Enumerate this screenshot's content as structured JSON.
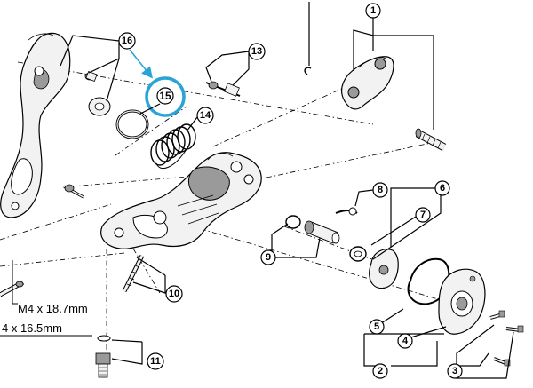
{
  "diagram": {
    "callouts": [
      "1",
      "2",
      "3",
      "4",
      "5",
      "6",
      "7",
      "8",
      "9",
      "10",
      "11",
      "13",
      "14",
      "16"
    ],
    "highlighted_callout": "15",
    "dimension_labels": [
      "M4 x 18.7mm",
      "4 x 16.5mm"
    ],
    "colors": {
      "line": "#000000",
      "part_fill": "#f2f2f2",
      "part_shade": "#9a9a9a",
      "highlight_ring": "#2aa4d6",
      "highlight_arrow": "#2aa4d6"
    }
  }
}
